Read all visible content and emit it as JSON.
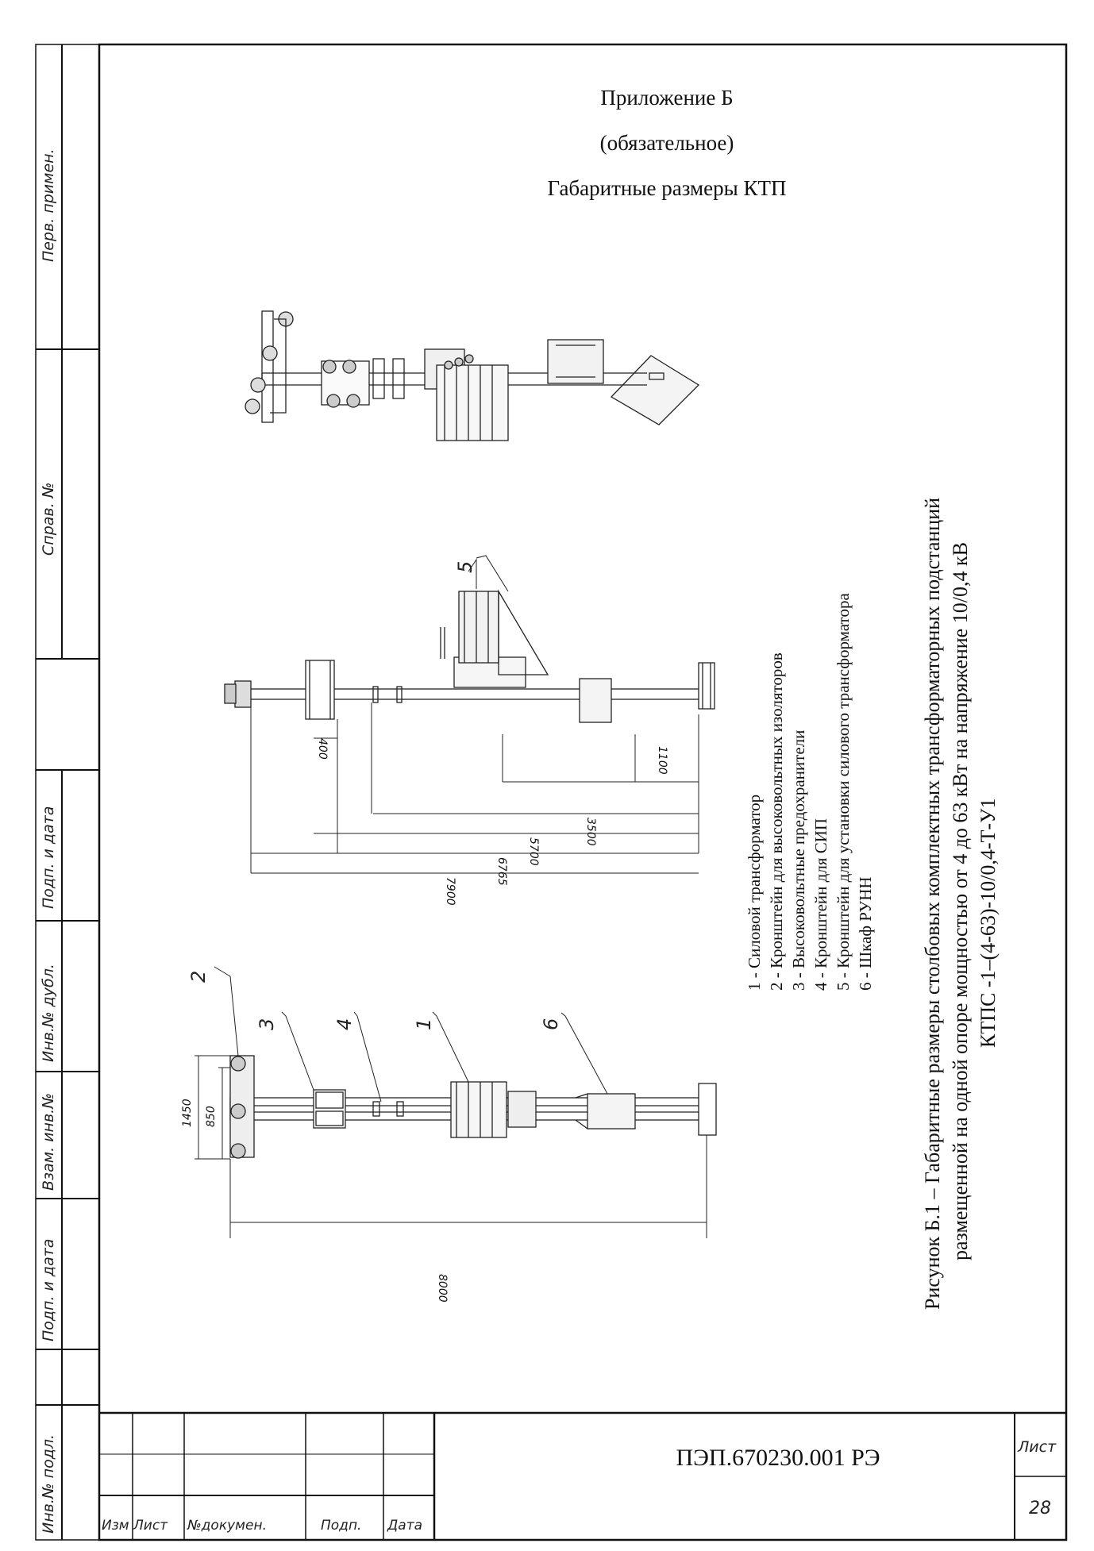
{
  "header": {
    "title": "Приложение Б",
    "subtitle": "(обязательное)",
    "heading": "Габаритные размеры КТП"
  },
  "side_stamps": {
    "perv_primen": "Перв. примен.",
    "sprav_no": "Справ. №",
    "podp_data_1": "Подп. и дата",
    "inv_dubl": "Инв.№ дубл.",
    "vzam_inv": "Взам. инв.№",
    "podp_data_2": "Подп. и дата",
    "inv_podl": "Инв.№ подл."
  },
  "legend": [
    "1 - Силовой трансформатор",
    "2 - Кронштейн для высоковольтных изоляторов",
    "3 - Высоковольтные предохранители",
    "4 - Кронштейн для СИП",
    "5 - Кронштейн для установки силового трансформатора",
    "6 - Шкаф РУНН"
  ],
  "callouts": {
    "c1": "1",
    "c2": "2",
    "c3": "3",
    "c4": "4",
    "c5": "5",
    "c6": "6"
  },
  "dimensions": {
    "front_total": "8000",
    "front_w1": "1450",
    "front_w2": "850",
    "side_d1": "400",
    "side_d2": "1100",
    "side_d3": "3500",
    "side_d4": "5700",
    "side_d5": "6765",
    "side_d6": "7900"
  },
  "caption": {
    "line1": "Рисунок Б.1 – Габаритные размеры столбовых комплектных трансформаторных подстанций",
    "line2": "размещенной на одной опоре мощностью от 4 до 63 кВт на напряжение 10/0,4 кВ",
    "line3": "КТПС -1–(4-63)-10/0,4-Т-У1"
  },
  "title_block": {
    "doc_code": "ПЭП.670230.001 РЭ",
    "col_izm": "Изм",
    "col_list": "Лист",
    "col_doc": "№докумен.",
    "col_podp": "Подп.",
    "col_data": "Дата",
    "sheet_label": "Лист",
    "sheet_no": "28"
  }
}
